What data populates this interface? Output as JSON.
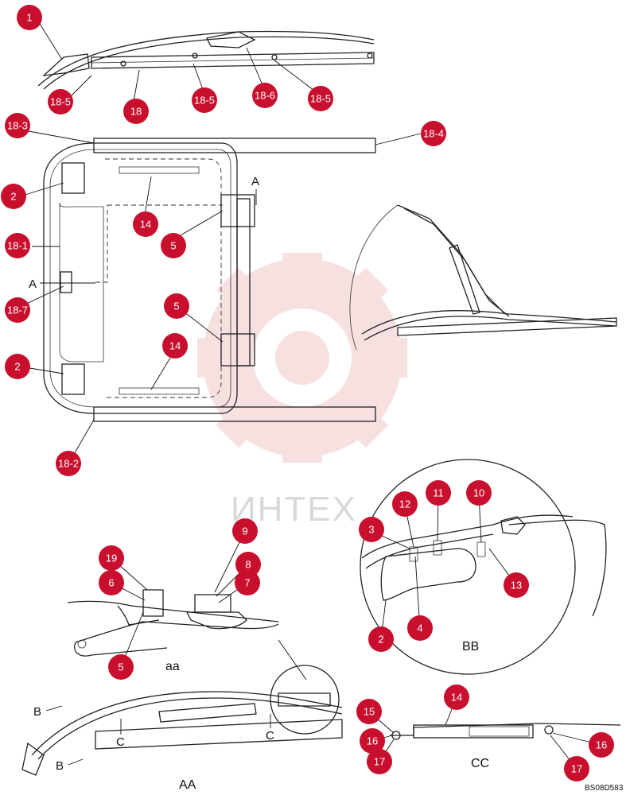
{
  "colors": {
    "balloon": "#c8102e",
    "watermark": "#f2c7c7",
    "line": "#222222"
  },
  "watermark": {
    "text": "ИНТЕХ"
  },
  "section_labels": {
    "a_top": "A",
    "a_left": "A",
    "b_upper": "B",
    "b_lower": "B",
    "c_left": "C",
    "c_right": "C"
  },
  "captions": {
    "aa_small": "aa",
    "aa_big": "AA",
    "bb": "BB",
    "cc": "CC"
  },
  "doc_id": "BS08D583",
  "callouts": [
    {
      "id": "c1",
      "label": "1"
    },
    {
      "id": "c185a",
      "label": "18-5"
    },
    {
      "id": "c18",
      "label": "18"
    },
    {
      "id": "c185b",
      "label": "18-5"
    },
    {
      "id": "c186",
      "label": "18-6"
    },
    {
      "id": "c185c",
      "label": "18-5"
    },
    {
      "id": "c183",
      "label": "18-3"
    },
    {
      "id": "c184",
      "label": "18-4"
    },
    {
      "id": "c2a",
      "label": "2"
    },
    {
      "id": "c14a",
      "label": "14"
    },
    {
      "id": "c5a",
      "label": "5"
    },
    {
      "id": "c181",
      "label": "18-1"
    },
    {
      "id": "c187",
      "label": "18-7"
    },
    {
      "id": "c5b",
      "label": "5"
    },
    {
      "id": "c14b",
      "label": "14"
    },
    {
      "id": "c2b",
      "label": "2"
    },
    {
      "id": "c182",
      "label": "18-2"
    },
    {
      "id": "c12",
      "label": "12"
    },
    {
      "id": "c11",
      "label": "11"
    },
    {
      "id": "c10",
      "label": "10"
    },
    {
      "id": "c3",
      "label": "3"
    },
    {
      "id": "c13",
      "label": "13"
    },
    {
      "id": "c4",
      "label": "4"
    },
    {
      "id": "c2c",
      "label": "2"
    },
    {
      "id": "c9",
      "label": "9"
    },
    {
      "id": "c8",
      "label": "8"
    },
    {
      "id": "c7",
      "label": "7"
    },
    {
      "id": "c19",
      "label": "19"
    },
    {
      "id": "c6",
      "label": "6"
    },
    {
      "id": "c5c",
      "label": "5"
    },
    {
      "id": "c14c",
      "label": "14"
    },
    {
      "id": "c15",
      "label": "15"
    },
    {
      "id": "c16a",
      "label": "16"
    },
    {
      "id": "c17a",
      "label": "17"
    },
    {
      "id": "c16b",
      "label": "16"
    },
    {
      "id": "c17b",
      "label": "17"
    }
  ]
}
